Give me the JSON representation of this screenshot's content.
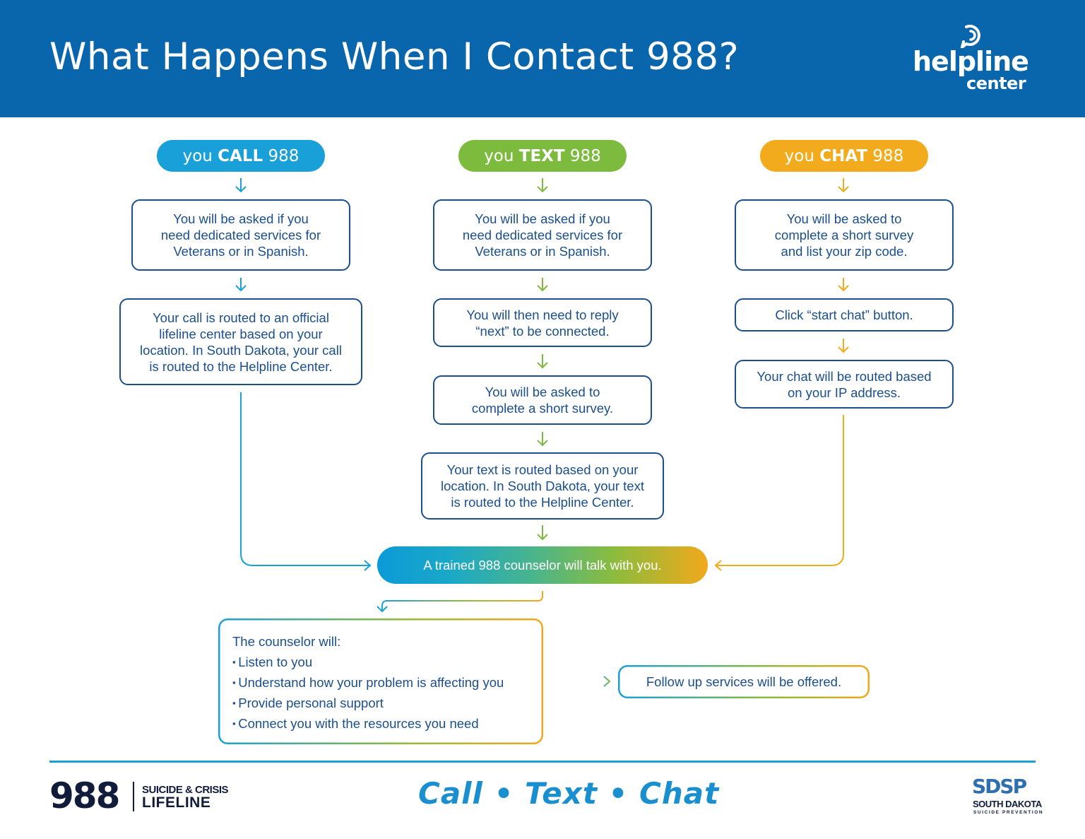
{
  "title": "What Happens When I Contact 988?",
  "logo": {
    "line1": "helpline",
    "line2": "center"
  },
  "colors": {
    "header": "#0a66ac",
    "call": "#1aa0d8",
    "text": "#7dbb3f",
    "chat": "#f2ab1c",
    "box_border": "#1b4f8c",
    "text_color": "#1b4f8c"
  },
  "columns": {
    "call": {
      "pill": {
        "prefix": "you ",
        "bold": "CALL",
        "suffix": " 988"
      },
      "steps": [
        "You will be asked if you\nneed dedicated services for\nVeterans or in Spanish.",
        "Your call is routed to an official\nlifeline center based on your\nlocation. In South Dakota, your call\nis routed to the Helpline Center."
      ]
    },
    "text": {
      "pill": {
        "prefix": "you ",
        "bold": "TEXT",
        "suffix": " 988"
      },
      "steps": [
        "You will be asked if you\nneed dedicated services for\nVeterans or in Spanish.",
        "You will then need to reply\n“next” to be connected.",
        "You will be asked to\ncomplete a short survey.",
        "Your text is routed based on your\nlocation. In South Dakota, your text\nis routed to the Helpline Center."
      ]
    },
    "chat": {
      "pill": {
        "prefix": "you ",
        "bold": "CHAT",
        "suffix": " 988"
      },
      "steps": [
        "You will be asked to\ncomplete a short survey\nand list your zip code.",
        "Click “start chat” button.",
        "Your chat will be routed based\non your IP address."
      ]
    }
  },
  "merge": "A trained 988 counselor will talk with you.",
  "counselor": {
    "heading": "The counselor will:",
    "items": [
      "Listen to you",
      "Understand how your problem is affecting you",
      "Provide personal support",
      "Connect you with the resources you need"
    ]
  },
  "followup": "Follow up services will be offered.",
  "footer": {
    "lifeline_number": "988",
    "lifeline_line1": "SUICIDE & CRISIS",
    "lifeline_line2": "LIFELINE",
    "tagline": "Call • Text • Chat",
    "sdsp_mark": "SDSP",
    "sdsp_line1": "SOUTH DAKOTA",
    "sdsp_line2": "SUICIDE PREVENTION"
  }
}
